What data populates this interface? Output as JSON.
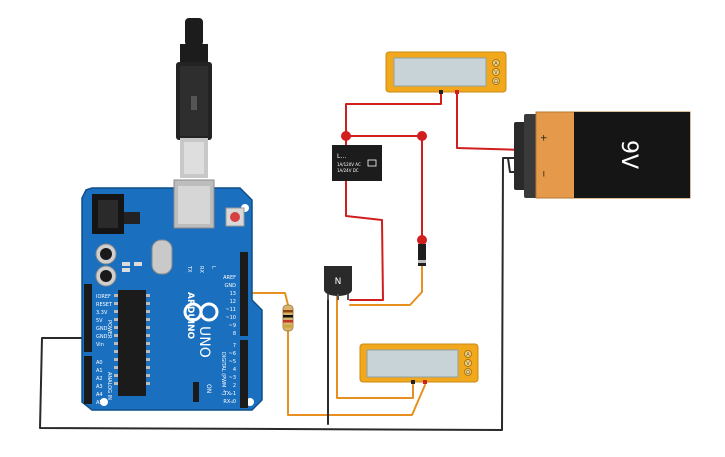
{
  "board": {
    "brand": "ARDUINO",
    "model": "UNO",
    "on_label": "ON",
    "tx_label": "TX",
    "rx_label": "RX",
    "l_label": "L",
    "power_label": "POWER",
    "analog_label": "ANALOG IN",
    "digital_label": "DIGITAL (PWM ~)",
    "power_pins": [
      "IOREF",
      "RESET",
      "3.3V",
      "5V",
      "GND",
      "GND",
      "Vin"
    ],
    "analog_pins": [
      "A0",
      "A1",
      "A2",
      "A3",
      "A4",
      "A5"
    ],
    "top_pins": [
      "AREF",
      "GND",
      "13",
      "12",
      "~11",
      "~10",
      "~9",
      "8"
    ],
    "bottom_pins": [
      "7",
      "~6",
      "~5",
      "4",
      "~3",
      "2",
      "TX▹1",
      "RX◃0"
    ]
  },
  "battery": {
    "label": "9V",
    "plus": "+",
    "minus": "−"
  },
  "transistor": {
    "label": "N"
  },
  "relay": {
    "label": "L…",
    "line2": "1A/120V AC",
    "line3": "1A/24V DC"
  },
  "multimeter_top": {
    "buttons": [
      "A",
      "V",
      "Ω"
    ]
  },
  "multimeter_bottom": {
    "buttons": [
      "A",
      "V",
      "Ω"
    ]
  },
  "colors": {
    "board": "#1a6fbf",
    "wire_red": "#d11e1e",
    "wire_orange": "#e8901f",
    "wire_black": "#2a2a2a",
    "meter": "#f2a81d",
    "battery": "#e49a4a"
  }
}
